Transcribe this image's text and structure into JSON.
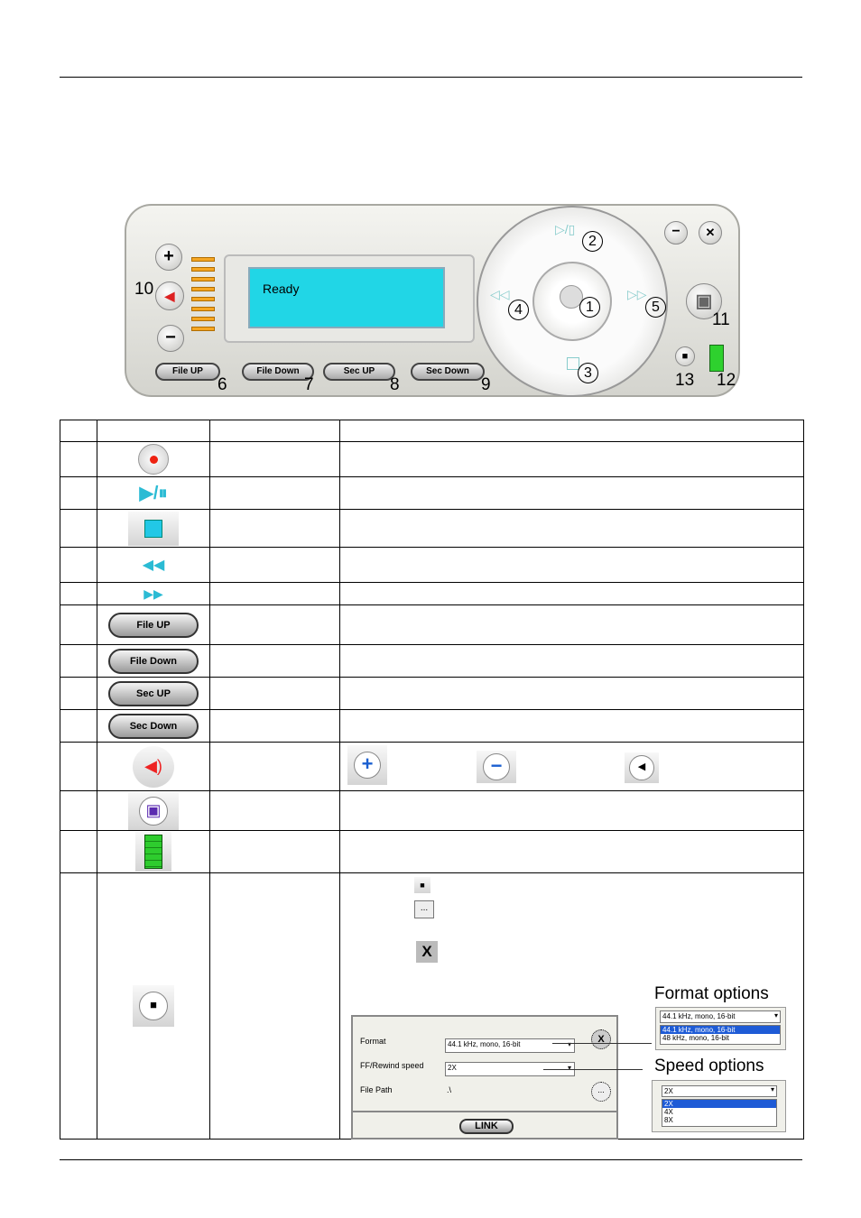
{
  "player": {
    "display_text": "Ready",
    "buttons": {
      "file_up": "File UP",
      "file_down": "File Down",
      "sec_up": "Sec UP",
      "sec_down": "Sec Down"
    },
    "callouts": [
      "1",
      "2",
      "3",
      "4",
      "5",
      "6",
      "7",
      "8",
      "9",
      "10",
      "11",
      "12",
      "13"
    ]
  },
  "table": {
    "rows": [
      {
        "icon": "record-icon"
      },
      {
        "icon": "play-pause-icon"
      },
      {
        "icon": "stop-icon"
      },
      {
        "icon": "rewind-icon"
      },
      {
        "icon": "fast-forward-icon"
      },
      {
        "icon": "file-up-button",
        "label": "File UP"
      },
      {
        "icon": "file-down-button",
        "label": "File Down"
      },
      {
        "icon": "sec-up-button",
        "label": "Sec UP"
      },
      {
        "icon": "sec-down-button",
        "label": "Sec Down"
      },
      {
        "icon": "speaker-icon"
      },
      {
        "icon": "save-icon"
      },
      {
        "icon": "battery-icon"
      },
      {
        "icon": "folder-icon"
      }
    ]
  },
  "settings": {
    "format_label": "Format",
    "format_value": "44.1 kHz, mono, 16-bit",
    "speed_label": "FF/Rewind speed",
    "speed_value": "2X",
    "path_label": "File Path",
    "path_value": ".\\",
    "link_label": "LINK",
    "browse_label": "...",
    "close_label": "X"
  },
  "format_options": {
    "caption": "Format options",
    "selected": "44.1 kHz, mono, 16-bit",
    "items": [
      "44.1 kHz, mono, 16-bit",
      "48 kHz, mono, 16-bit"
    ]
  },
  "speed_options": {
    "caption": "Speed options",
    "selected": "2X",
    "items": [
      "2X",
      "4X",
      "8X"
    ]
  }
}
